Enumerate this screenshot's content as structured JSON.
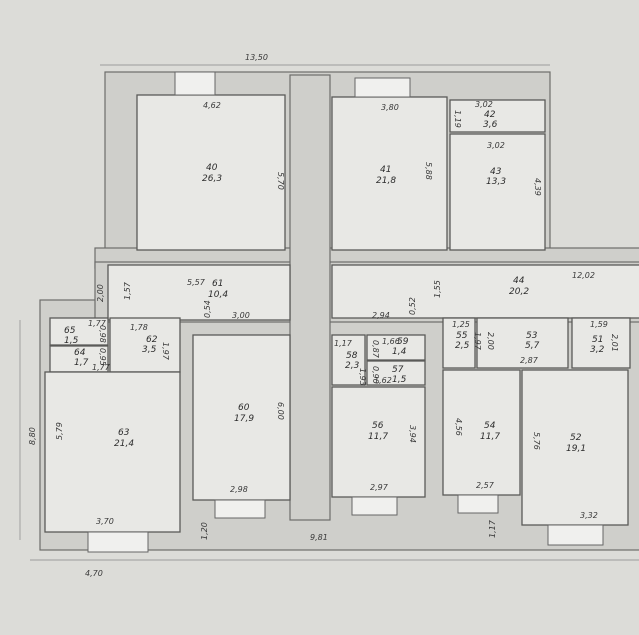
{
  "overall_dims": {
    "top_width": "13,50",
    "right_width": "12,02",
    "bottom_width": "9,81",
    "bottom_left": "4,70",
    "left_height": "8,80"
  },
  "rooms": [
    {
      "id": "40",
      "area": "26,3",
      "w": "4,62",
      "h": "5,70"
    },
    {
      "id": "41",
      "area": "21,8",
      "w": "3,80",
      "h": "5,88"
    },
    {
      "id": "42",
      "area": "3,6",
      "w": "3,02",
      "h": "1,19"
    },
    {
      "id": "43",
      "area": "13,3",
      "w": "3,02",
      "h": "4,39"
    },
    {
      "id": "61",
      "area": "10,4",
      "w": "5,57",
      "h": "1,57",
      "extra": "3,00",
      "extra2": "0,54",
      "extra3": "2,00"
    },
    {
      "id": "44",
      "area": "20,2",
      "w": "1,55",
      "extra": "2,94",
      "extra2": "0,52"
    },
    {
      "id": "65",
      "area": "1,5",
      "w": "1,77",
      "h": "0,98"
    },
    {
      "id": "64",
      "area": "1,7",
      "w": "1,77",
      "h": "0,95"
    },
    {
      "id": "62",
      "area": "3,5",
      "w": "1,78",
      "h": "1,97"
    },
    {
      "id": "63",
      "area": "21,4",
      "w": "3,70",
      "h": "5,79"
    },
    {
      "id": "60",
      "area": "17,9",
      "w": "2,98",
      "h": "6,00"
    },
    {
      "id": "58",
      "area": "2,3",
      "w": "1,17",
      "h": "0,87"
    },
    {
      "id": "59",
      "area": "1,4",
      "w": "1,66"
    },
    {
      "id": "57",
      "area": "1,5",
      "w": "1,62",
      "h": "0,90",
      "extra": "1,93"
    },
    {
      "id": "56",
      "area": "11,7",
      "w": "2,97",
      "h": "3,94"
    },
    {
      "id": "55",
      "area": "2,5",
      "w": "1,25",
      "h": "1,97"
    },
    {
      "id": "53",
      "area": "5,7",
      "w": "2,87",
      "h": "2,00"
    },
    {
      "id": "51",
      "area": "3,2",
      "w": "1,59",
      "h": "2,01"
    },
    {
      "id": "54",
      "area": "11,7",
      "w": "2,57",
      "h": "4,56"
    },
    {
      "id": "52",
      "area": "19,1",
      "w": "3,32",
      "h": "5,76"
    }
  ],
  "misc_dims": {
    "bottom_left_wall": "1,20",
    "bottom_right_wall": "1,17"
  },
  "colors": {
    "paper": "#dcdcd8",
    "room": "#e8e8e5",
    "wall": "#cfcfcb",
    "line": "#5a5a58"
  }
}
